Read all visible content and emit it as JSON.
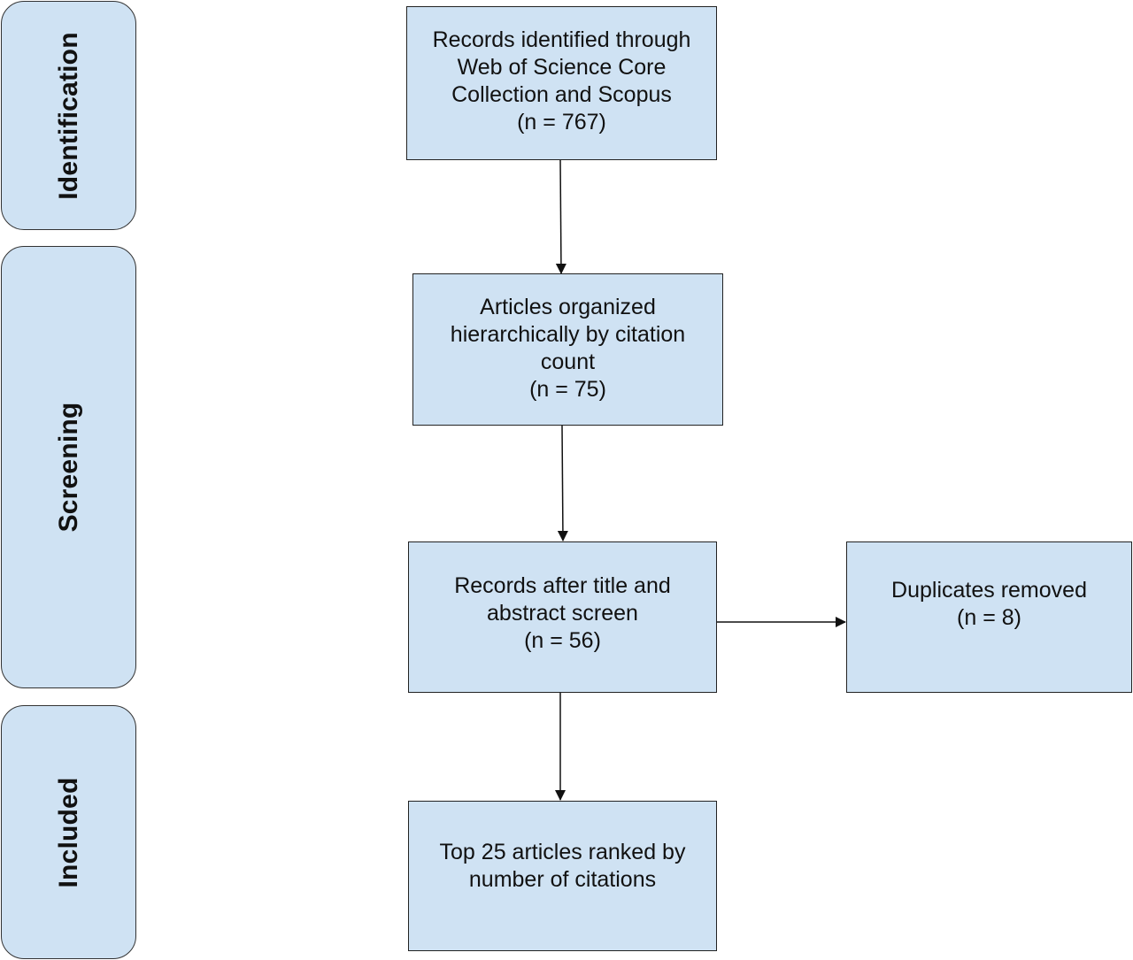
{
  "stages": {
    "identification": "Identification",
    "screening": "Screening",
    "included": "Included"
  },
  "boxes": {
    "identified": {
      "lines": [
        "Records identified through",
        "Web of Science Core",
        "Collection and Scopus"
      ],
      "count": "(n = 767)"
    },
    "organized": {
      "lines": [
        "Articles organized",
        "hierarchically by citation",
        "count"
      ],
      "count": "(n = 75)"
    },
    "after_screen": {
      "lines": [
        "Records after title and",
        "abstract screen"
      ],
      "count": "(n = 56)"
    },
    "duplicates": {
      "lines": [
        "Duplicates removed"
      ],
      "count": "(n = 8)"
    },
    "top25": {
      "lines": [
        "Top 25 articles ranked by",
        "number of citations"
      ]
    }
  },
  "colors": {
    "fill": "#cfe2f3",
    "stroke": "#222222"
  }
}
